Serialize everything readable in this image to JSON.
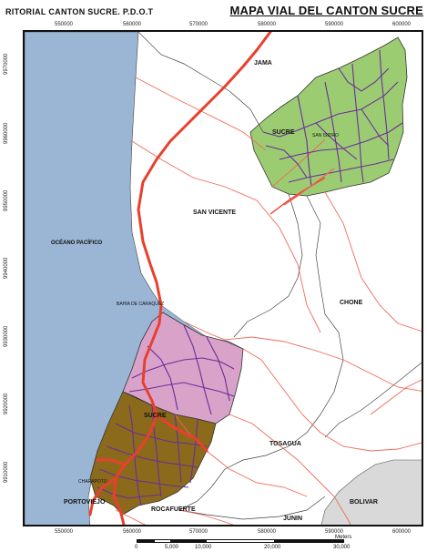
{
  "header": {
    "left_title": "RITORIAL CANTON SUCRE. P.D.O.T",
    "right_title": "MAPA VIAL DEL CANTON SUCRE"
  },
  "axes": {
    "top_ticks": [
      "550000",
      "560000",
      "570000",
      "580000",
      "590000",
      "600000"
    ],
    "bottom_ticks": [
      "550000",
      "560000",
      "570000",
      "580000",
      "590000",
      "600000"
    ],
    "left_ticks": [
      "9970000",
      "9960000",
      "9950000",
      "9940000",
      "9930000",
      "9920000",
      "9910000"
    ]
  },
  "places": {
    "jama": "JAMA",
    "sucre_north": "SUCRE",
    "san_isidro": "SAN ISIDRO",
    "san_vicente": "SAN VICENTE",
    "oceano": "OCÉANO PACÍFICO",
    "chone": "CHONE",
    "bahia": "BAHIA DE CARAQUEZ",
    "sucre_south": "SUCRE",
    "tosagua": "TOSAGUA",
    "charapoto": "CHARAPOTO",
    "portoviejo": "PORTOVIEJO",
    "rocafuerte": "ROCAFUERTE",
    "junin": "JUNIN",
    "bolivar": "BOLIVAR"
  },
  "scale_bar": {
    "unit": "Meters",
    "labels": [
      "0",
      "5,000",
      "10,000",
      "20,000",
      "30,000"
    ]
  },
  "colors": {
    "ocean": "#9bb6d4",
    "sucre_north": "#9ccc72",
    "sucre_pink": "#d8a2c9",
    "sucre_brown": "#8b6a1c",
    "bolivar": "#d9d9d9",
    "main_road": "#e8402c",
    "secondary_road": "#ef6a5a",
    "local_road": "#6a2e9a"
  }
}
